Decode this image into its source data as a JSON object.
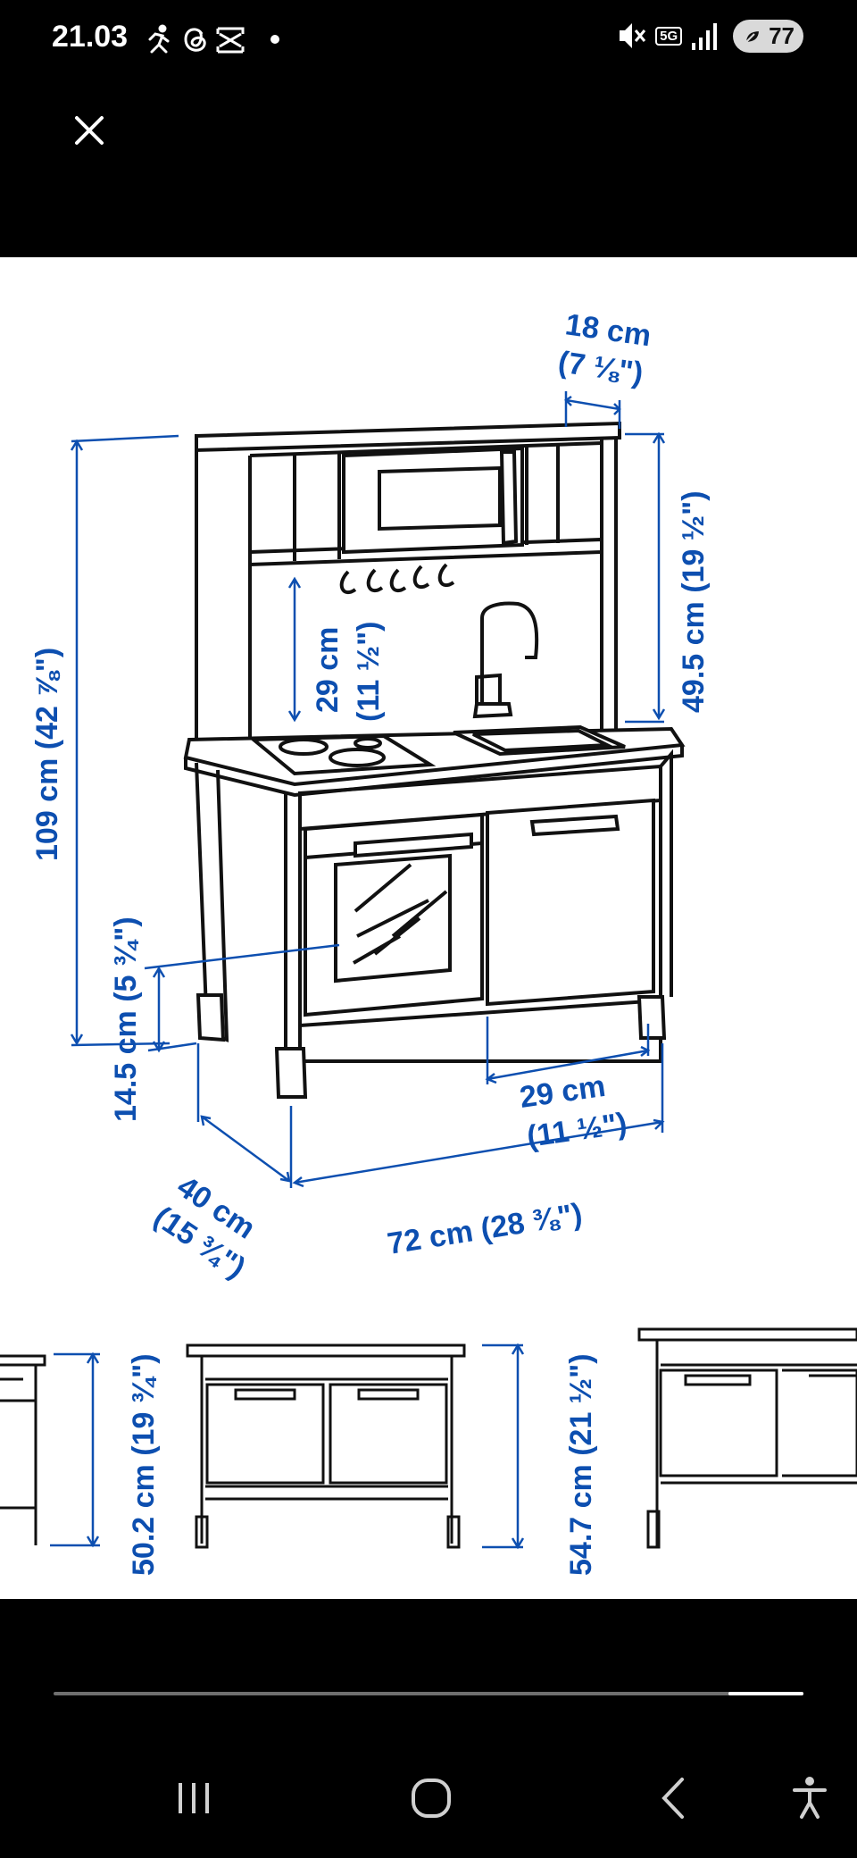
{
  "status_bar": {
    "time": "21.03",
    "battery": "77",
    "network": "5G"
  },
  "viewer": {
    "close_icon": "close-icon",
    "dimensions": {
      "depth_top": [
        "18 cm",
        "(7 ⅛\")"
      ],
      "upper_height": "49.5 cm (19 ½\")",
      "total_height": "109 cm (42 ⅞\")",
      "shelf_gap": [
        "29 cm",
        "(11 ½\")"
      ],
      "leg_height": "14.5 cm (5 ¾\")",
      "cabinet_width": [
        "29 cm",
        "(11 ½\")"
      ],
      "depth": [
        "40 cm",
        "(15 ¾\")"
      ],
      "width": "72 cm (28 ⅜\")",
      "lower_height_a": "50.2 cm (19 ¾\")",
      "lower_height_b": "54.7 cm (21 ½\")"
    },
    "progress_fraction": 0.1
  },
  "navigation": {
    "recents_icon": "recents-icon",
    "home_icon": "home-icon",
    "back_icon": "back-icon",
    "accessibility_icon": "accessibility-icon"
  },
  "colors": {
    "dimension_text": "#0d4fb0",
    "background": "#000000",
    "viewer_background": "#ffffff"
  }
}
